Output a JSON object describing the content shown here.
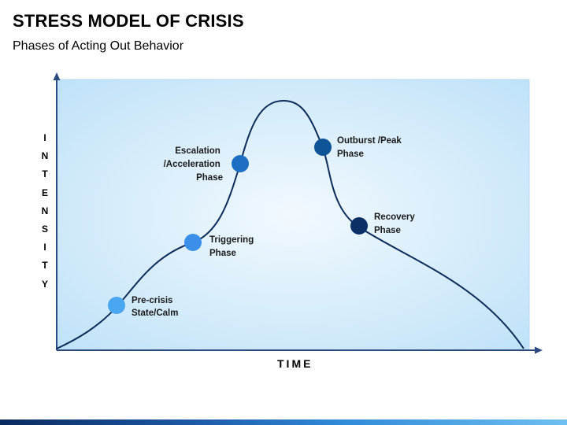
{
  "title": "STRESS MODEL OF CRISIS",
  "subtitle": "Phases of Acting Out Behavior",
  "axes": {
    "y_label": "INTENSITY",
    "x_label": "TIME"
  },
  "phases": [
    {
      "id": "pre-crisis",
      "lines": [
        "Pre-crisis",
        "State/Calm"
      ],
      "color": "#4aa6f0"
    },
    {
      "id": "triggering",
      "lines": [
        "Triggering",
        "Phase"
      ],
      "color": "#3b8fe8"
    },
    {
      "id": "escalation",
      "lines": [
        "Escalation",
        "/Acceleration",
        "Phase"
      ],
      "color": "#1e6fc4"
    },
    {
      "id": "outburst",
      "lines": [
        "Outburst /Peak",
        "Phase"
      ],
      "color": "#0f5496"
    },
    {
      "id": "recovery",
      "lines": [
        "Recovery",
        "Phase"
      ],
      "color": "#0c2f66"
    }
  ],
  "colors": {
    "plot_background_center": "#f2f9fe",
    "plot_background_edge": "#bfe2f8",
    "curve": "#0d2d5a",
    "axis": "#2b4a80"
  }
}
